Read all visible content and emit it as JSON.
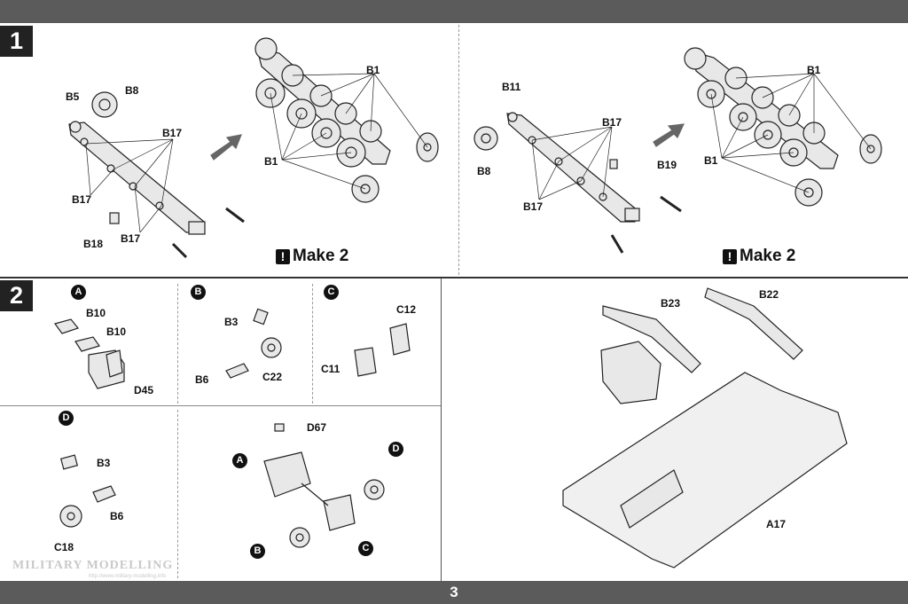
{
  "page": {
    "number": "3"
  },
  "step1": {
    "number": "1",
    "left": {
      "labels": {
        "b5": "B5",
        "b8": "B8",
        "b17a": "B17",
        "b17b": "B17",
        "b17c": "B17",
        "b18": "B18",
        "b1a": "B1",
        "b1b": "B1"
      },
      "make": "Make 2"
    },
    "right": {
      "labels": {
        "b11": "B11",
        "b8": "B8",
        "b17a": "B17",
        "b17b": "B17",
        "b19": "B19",
        "b1a": "B1",
        "b1b": "B1"
      },
      "make": "Make 2"
    }
  },
  "step2": {
    "number": "2",
    "subA": {
      "marker": "A",
      "labels": {
        "b10a": "B10",
        "b10b": "B10",
        "d45": "D45"
      }
    },
    "subB": {
      "marker": "B",
      "labels": {
        "b3": "B3",
        "b6": "B6",
        "c22": "C22"
      }
    },
    "subC": {
      "marker": "C",
      "labels": {
        "c12": "C12",
        "c11": "C11"
      }
    },
    "subD": {
      "marker": "D",
      "labels": {
        "b3": "B3",
        "b6": "B6",
        "c18": "C18"
      }
    },
    "assembly": {
      "labels": {
        "d67": "D67"
      },
      "markers": {
        "a": "A",
        "b": "B",
        "c": "C",
        "d": "D"
      }
    },
    "hull": {
      "labels": {
        "b23": "B23",
        "b22": "B22",
        "a17": "A17"
      }
    }
  },
  "watermark": {
    "text": "MILITARY MODELLING",
    "url": "http://www.military-modelling.info"
  }
}
